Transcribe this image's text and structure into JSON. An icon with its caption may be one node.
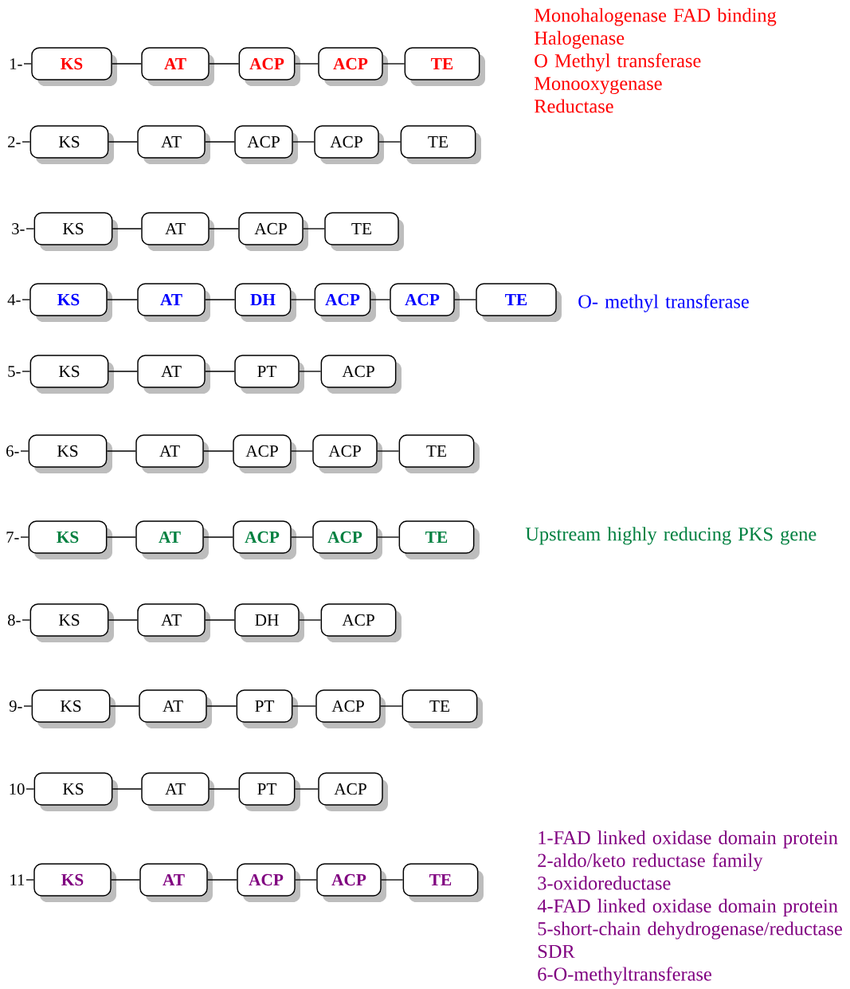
{
  "diagram": {
    "nodes": [
      {
        "text": [
          "1-"
        ]
      },
      {
        "text": [
          "KS"
        ]
      },
      {
        "text": [
          "AT"
        ]
      },
      {
        "text": [
          "ACP"
        ]
      },
      {
        "text": [
          "ACP"
        ]
      },
      {
        "text": [
          "TE"
        ]
      },
      {
        "text": [
          "2-"
        ]
      },
      {
        "text": [
          "KS"
        ]
      },
      {
        "text": [
          "AT"
        ]
      },
      {
        "text": [
          "ACP"
        ]
      },
      {
        "text": [
          "ACP"
        ]
      },
      {
        "text": [
          "TE"
        ]
      },
      {
        "text": [
          "3-"
        ]
      },
      {
        "text": [
          "KS"
        ]
      },
      {
        "text": [
          "AT"
        ]
      },
      {
        "text": [
          "ACP"
        ]
      },
      {
        "text": [
          "TE"
        ]
      },
      {
        "text": [
          "4-"
        ]
      },
      {
        "text": [
          "KS"
        ]
      },
      {
        "text": [
          "AT"
        ]
      },
      {
        "text": [
          "DH"
        ]
      },
      {
        "text": [
          "ACP"
        ]
      },
      {
        "text": [
          "ACP"
        ]
      },
      {
        "text": [
          "TE"
        ]
      },
      {
        "text": [
          "5-"
        ]
      },
      {
        "text": [
          "KS"
        ]
      },
      {
        "text": [
          "AT"
        ]
      },
      {
        "text": [
          "PT"
        ]
      },
      {
        "text": [
          "ACP"
        ]
      },
      {
        "text": [
          "6-"
        ]
      },
      {
        "text": [
          "KS"
        ]
      },
      {
        "text": [
          "AT"
        ]
      },
      {
        "text": [
          "ACP"
        ]
      },
      {
        "text": [
          "ACP"
        ]
      },
      {
        "text": [
          "TE"
        ]
      },
      {
        "text": [
          "7-"
        ]
      },
      {
        "text": [
          "KS"
        ]
      },
      {
        "text": [
          "AT"
        ]
      },
      {
        "text": [
          "ACP"
        ]
      },
      {
        "text": [
          "ACP"
        ]
      },
      {
        "text": [
          "TE"
        ]
      },
      {
        "text": [
          "8-"
        ]
      },
      {
        "text": [
          "KS"
        ]
      },
      {
        "text": [
          "AT"
        ]
      },
      {
        "text": [
          "DH"
        ]
      },
      {
        "text": [
          "ACP"
        ]
      },
      {
        "text": [
          "9-"
        ]
      },
      {
        "text": [
          "KS"
        ]
      },
      {
        "text": [
          "AT"
        ]
      },
      {
        "text": [
          "PT"
        ]
      },
      {
        "text": [
          "ACP"
        ]
      },
      {
        "text": [
          "TE"
        ]
      },
      {
        "text": [
          "10"
        ]
      },
      {
        "text": [
          "KS"
        ]
      },
      {
        "text": [
          "AT"
        ]
      },
      {
        "text": [
          "PT"
        ]
      },
      {
        "text": [
          "ACP"
        ]
      },
      {
        "text": [
          "11"
        ]
      },
      {
        "text": [
          "KS"
        ]
      },
      {
        "text": [
          "AT"
        ]
      },
      {
        "text": [
          "ACP"
        ]
      },
      {
        "text": [
          "ACP"
        ]
      },
      {
        "text": [
          "TE"
        ]
      }
    ],
    "edges": [
      {
        "from": 0,
        "to": 1,
        "arrow": "none"
      },
      {
        "from": 1,
        "to": 2,
        "arrow": "none"
      },
      {
        "from": 2,
        "to": 3,
        "arrow": "none"
      },
      {
        "from": 3,
        "to": 4,
        "arrow": "none"
      },
      {
        "from": 4,
        "to": 5,
        "arrow": "none"
      },
      {
        "from": 6,
        "to": 7,
        "arrow": "none"
      },
      {
        "from": 7,
        "to": 8,
        "arrow": "none"
      },
      {
        "from": 8,
        "to": 9,
        "arrow": "none"
      },
      {
        "from": 9,
        "to": 10,
        "arrow": "none"
      },
      {
        "from": 10,
        "to": 11,
        "arrow": "none"
      },
      {
        "from": 12,
        "to": 13,
        "arrow": "none"
      },
      {
        "from": 13,
        "to": 14,
        "arrow": "none"
      },
      {
        "from": 14,
        "to": 15,
        "arrow": "none"
      },
      {
        "from": 15,
        "to": 16,
        "arrow": "none"
      },
      {
        "from": 17,
        "to": 18,
        "arrow": "none"
      },
      {
        "from": 18,
        "to": 19,
        "arrow": "none"
      },
      {
        "from": 19,
        "to": 20,
        "arrow": "none"
      },
      {
        "from": 20,
        "to": 21,
        "arrow": "none"
      },
      {
        "from": 21,
        "to": 22,
        "arrow": "none"
      },
      {
        "from": 22,
        "to": 23,
        "arrow": "none"
      },
      {
        "from": 24,
        "to": 25,
        "arrow": "none"
      },
      {
        "from": 25,
        "to": 26,
        "arrow": "none"
      },
      {
        "from": 26,
        "to": 27,
        "arrow": "none"
      },
      {
        "from": 27,
        "to": 28,
        "arrow": "none"
      },
      {
        "from": 29,
        "to": 30,
        "arrow": "none"
      },
      {
        "from": 30,
        "to": 31,
        "arrow": "none"
      },
      {
        "from": 31,
        "to": 32,
        "arrow": "none"
      },
      {
        "from": 32,
        "to": 33,
        "arrow": "none"
      },
      {
        "from": 33,
        "to": 34,
        "arrow": "none"
      },
      {
        "from": 35,
        "to": 36,
        "arrow": "none"
      },
      {
        "from": 36,
        "to": 37,
        "arrow": "none"
      },
      {
        "from": 37,
        "to": 38,
        "arrow": "none"
      },
      {
        "from": 38,
        "to": 39,
        "arrow": "none"
      },
      {
        "from": 39,
        "to": 40,
        "arrow": "none"
      },
      {
        "from": 41,
        "to": 42,
        "arrow": "none"
      },
      {
        "from": 42,
        "to": 43,
        "arrow": "none"
      },
      {
        "from": 43,
        "to": 44,
        "arrow": "none"
      },
      {
        "from": 44,
        "to": 45,
        "arrow": "none"
      },
      {
        "from": 46,
        "to": 47,
        "arrow": "none"
      },
      {
        "from": 47,
        "to": 48,
        "arrow": "none"
      },
      {
        "from": 48,
        "to": 49,
        "arrow": "none"
      },
      {
        "from": 49,
        "to": 50,
        "arrow": "none"
      },
      {
        "from": 50,
        "to": 51,
        "arrow": "none"
      },
      {
        "from": 52,
        "to": 53,
        "arrow": "none"
      },
      {
        "from": 53,
        "to": 54,
        "arrow": "none"
      },
      {
        "from": 54,
        "to": 55,
        "arrow": "none"
      },
      {
        "from": 55,
        "to": 56,
        "arrow": "none"
      },
      {
        "from": 57,
        "to": 58,
        "arrow": "none"
      },
      {
        "from": 58,
        "to": 59,
        "arrow": "none"
      },
      {
        "from": 59,
        "to": 60,
        "arrow": "none"
      },
      {
        "from": 60,
        "to": 61,
        "arrow": "none"
      },
      {
        "from": 61,
        "to": 62,
        "arrow": "none"
      }
    ],
    "labels": [
      "Monohalogenase FAD binding",
      "Halogenase",
      "O Methyl transferase",
      "Monooxygenase",
      "Reductase",
      "O- methyl transferase",
      "Upstream highly reducing PKS gene",
      "1-FAD linked oxidase domain protein",
      "2-aldo/keto reductase family",
      "3-oxidoreductase",
      "4-FAD linked oxidase domain protein",
      "5-short-chain dehydrogenase/reductase SDR",
      "6-O-methyltransferase"
    ]
  }
}
